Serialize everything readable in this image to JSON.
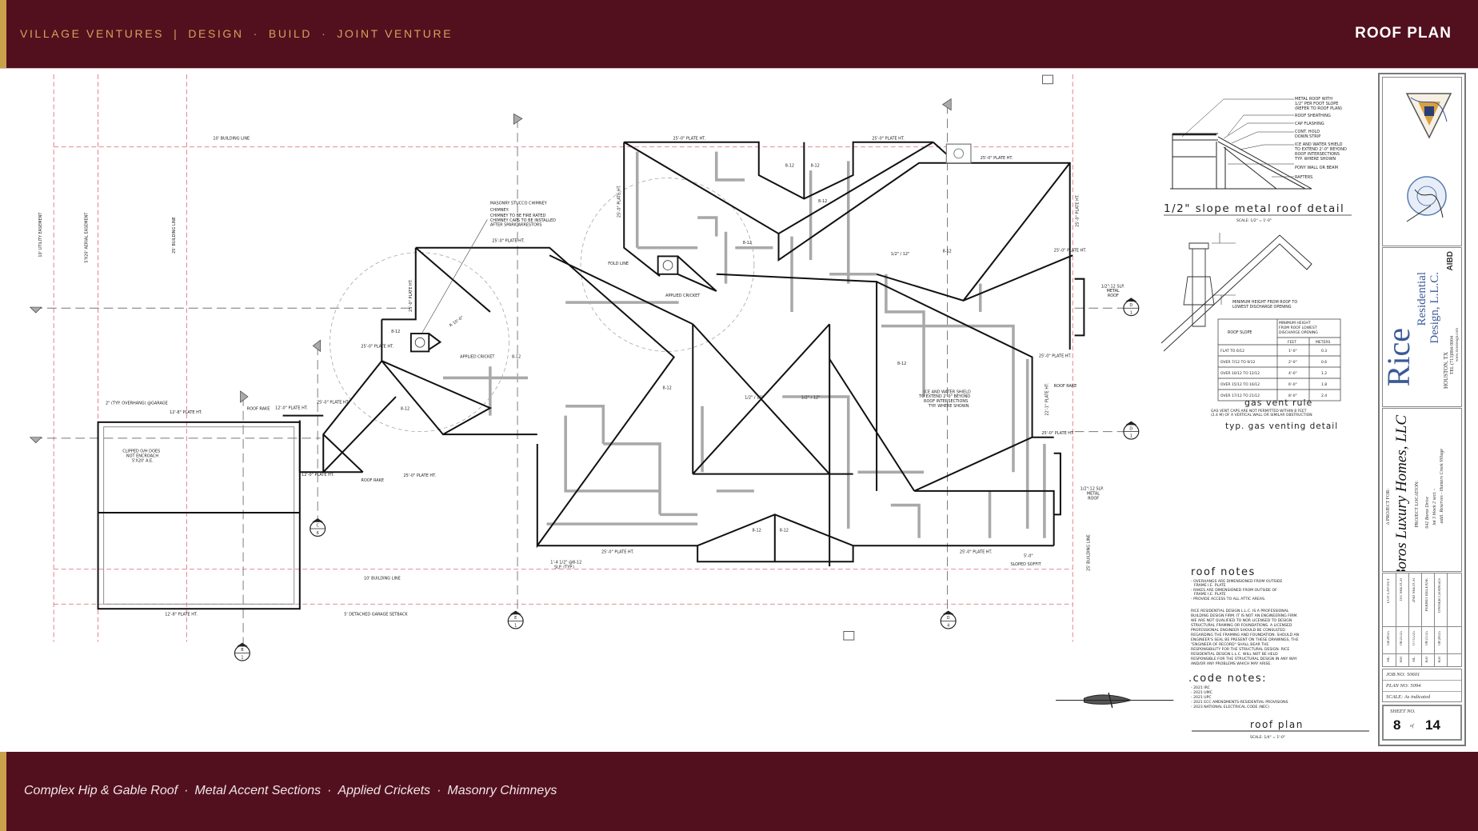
{
  "header": {
    "brand": [
      "VILLAGE VENTURES",
      "|",
      "DESIGN",
      "·",
      "BUILD",
      "·",
      "JOINT VENTURE"
    ],
    "title": "ROOF PLAN"
  },
  "footer": {
    "features": [
      "Complex Hip & Gable Roof",
      "Metal Accent Sections",
      "Applied Crickets",
      "Masonry Chimneys"
    ],
    "separator": "·"
  },
  "colors": {
    "band": "#52101f",
    "gold": "#c8a24a",
    "brand_text": "#d6a25a"
  },
  "plan": {
    "labels": {
      "building_line_top": "10' BUILDING LINE",
      "utility_easement": "10' UTILITY EASEMENT",
      "aerial_easement": "5'X20' AERIAL EASEMENT",
      "building_line_25": "25' BUILDING LINE",
      "chimney_title": "MASONRY STUCCO CHIMNEY",
      "chimney_1": "CHIMNEY:",
      "chimney_2": "CHIMNEY TO BE FIRE RATED",
      "chimney_3": "CHIMNEY CAPS TO BE INSTALLED",
      "chimney_4": "AFTER SPARK ARRESTORS",
      "plate_25": "25'-0\" PLATE HT.",
      "plate_12_8": "12'-8\" PLATE HT.",
      "plate_12_0": "12'-0\" PLATE HT.",
      "plate_22_1": "22'-1\" PLATE HT.",
      "applied_cricket": "APPLIED CRICKET",
      "fold_line": "FOLD LINE",
      "overhang": "2\" (TYP. OVERHANG) @GARAGE",
      "roof_rake": "ROOF RAKE",
      "clipped_1": "CLIPPED O/H DOES",
      "clipped_2": "NOT ENCROACH",
      "clipped_3": "5'X20' A.E.",
      "building_line_bottom": "10' BUILDING LINE",
      "garage_setback": "5' DETACHED GARAGE SETBACK",
      "ice_1": "ICE AND WATER SHIELD",
      "ice_2": "TO EXTEND 2'-0\" BEYOND",
      "ice_3": "ROOF INTERSECTIONS",
      "ice_4": "TYP. WHERE SHOWN",
      "metal_1": "1/2\":12 SLP.",
      "metal_2": "METAL",
      "metal_3": "ROOF",
      "sloped_soffit": "SLOPED SOFFIT",
      "soffit_dim": "5'-0\"",
      "slp_typ_1": "1'-4 1/2\" @8-12",
      "slp_typ_2": "SLP. (TYP.)",
      "slope_8_12": "8-12",
      "slope_half": "1/2\" / 12\"",
      "radius": "R 10'-0\""
    },
    "section_marks": [
      "C",
      "6",
      "E",
      "1",
      "D",
      "4",
      "B",
      "1",
      "D",
      "1",
      "D",
      "1"
    ]
  },
  "metal_detail": {
    "title": "1/2\" slope metal roof detail",
    "scale": "SCALE:  1/2\" = 1'-0\"",
    "callouts": [
      "METAL ROOF WITH",
      "1/2\" PER FOOT SLOPE",
      "(REFER TO ROOF PLAN)",
      "ROOF SHEATHING",
      "CAP FLASHING",
      "CONT. HOLD",
      "DOWN STRIP",
      "ICE AND WATER SHIELD",
      "TO EXTEND 2'-0\" BEYOND",
      "ROOF INTERSECTIONS",
      "TYP. WHERE SHOWN",
      "PONY WALL OR BEAM",
      "RAFTERS"
    ]
  },
  "gas_detail": {
    "min_height_1": "MINIMUM HEIGHT FROM ROOF TO",
    "min_height_2": "LOWEST DISCHARGE OPENING",
    "table": {
      "col_slope": "ROOF SLOPE",
      "col_min": [
        "MINIMUM HEIGHT",
        "FROM ROOF LOWEST",
        "DISCHARGE OPENING"
      ],
      "col_feet": "FEET",
      "col_meters": "METERS",
      "rows": [
        [
          "FLAT TO 6/12",
          "1'-0\"",
          "0.3"
        ],
        [
          "OVER 7/12 TO 9/12",
          "2'-0\"",
          "0.6"
        ],
        [
          "OVER 10/12 TO 12/12",
          "4'-0\"",
          "1.2"
        ],
        [
          "OVER 15/12 TO 16/12",
          "6'-0\"",
          "1.8"
        ],
        [
          "OVER 17/12 TO 21/12",
          "8'-0\"",
          "2.4"
        ]
      ]
    },
    "rule_title": "gas vent rule",
    "rule_1": "GAS VENT CAPS ARE NOT PERMITTED WITHIN 8 FEET",
    "rule_2": "(2.4 M) OF A VERTICAL WALL OR SIMILAR OBSTRUCTION",
    "title": "typ. gas venting detail"
  },
  "roof_notes": {
    "title": "roof notes",
    "items": [
      "- OVERHANGS ARE DIMENSIONED FROM OUTSIDE",
      "  FRAME I.E. PLATE",
      "- RAKES ARE DIMENSIONED FROM OUTSIDE OF",
      "  FRAME I.E. PLATE",
      "- PROVIDE ACCESS TO ALL ATTIC AREAS."
    ],
    "disclaimer": [
      "RICE RESIDENTIAL DESIGN L.L.C. IS A PROFESSIONAL",
      "BUILDING DESIGN FIRM. IT IS NOT AN ENGINEERING FIRM.",
      "WE ARE NOT QUALIFIED TO NOR LICENSED TO DESIGN",
      "STRUCTURAL FRAMING OR FOUNDATIONS. A LICENSED",
      "PROFESSIONAL ENGINEER SHOULD BE CONSULTED",
      "REGARDING THE FRAMING AND FOUNDATION. SHOULD AN",
      "ENGINEER'S SEAL BE PRESENT ON THESE DRAWINGS, THE",
      "\"ENGINEER OF RECORD\" SHALL BEAR THE",
      "RESPONSIBILITY FOR THE STRUCTURAL DESIGN. RICE",
      "RESIDENTIAL DESIGN L.L.C. WILL NOT BE HELD",
      "RESPONSIBLE FOR THE STRUCTURAL DESIGN IN ANY WAY",
      "AND/OR ANY PROBLEMS WHICH MAY ARISE."
    ]
  },
  "code_notes": {
    "title": ".code notes:",
    "items": [
      "- 2021 IRC",
      "- 2021 UMC",
      "- 2021 UPC",
      "- 2021 ECC AMENDMENTS-RESIDENTIAL PROVISIONS",
      "- 2023 NATIONAL ELECTRICAL CODE (NEC)"
    ]
  },
  "drawing_title": {
    "title": "roof plan",
    "scale": "SCALE:   1/4\" = 1'-0\""
  },
  "title_block": {
    "firm_name_big": "Rice",
    "firm_name_1": "Residential",
    "firm_name_2": "Design, L.L.C.",
    "firm_city": "HOUSTON, TX",
    "firm_tel": "TEL (713)984-9004",
    "firm_web": "www.ricedesign.com",
    "aibd": "AIBD",
    "project_for_label": "A PROJECT FOR:",
    "client": "Boros Luxury Homes, LLC",
    "location_label": "PROJECT LOCATION:",
    "address_1": "942 Boros Drive",
    "address_2": "lot 3  block 2  sect. -",
    "address_3": "addl. Reserves - Hunters Creek Village",
    "revisions": [
      [
        "HL",
        "04/28/25",
        "LOT LAYOUT"
      ],
      [
        "HH",
        "06/25/25",
        "1ST SKETCH"
      ],
      [
        "HL",
        "07/15/25",
        "2ND SKETCH"
      ],
      [
        "KH",
        "08/21/25",
        "PERMIT RELEASE"
      ],
      [
        "KH",
        "08/28/25",
        "OWNER CHANGES"
      ]
    ],
    "job_no": "JOB NO: 50601",
    "plan_no": "PLAN NO:    5094",
    "scale": "SCALE: As indicated",
    "sheet_label": "SHEET NO.",
    "sheet_no": "8",
    "sheet_of": "of",
    "sheet_total": "14"
  }
}
